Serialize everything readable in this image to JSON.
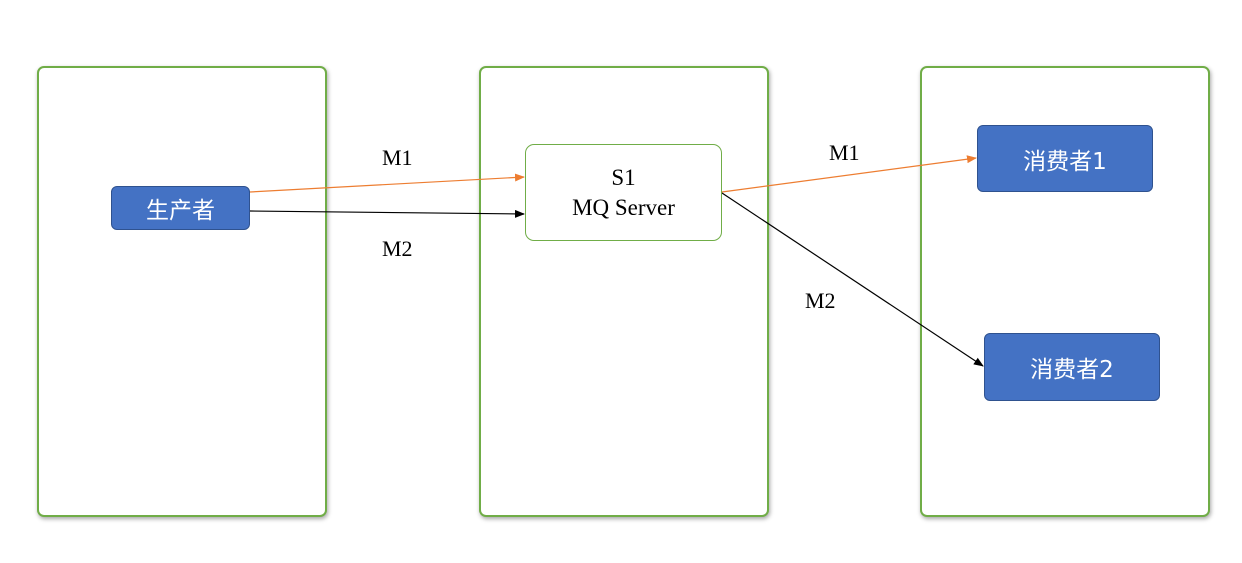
{
  "colors": {
    "panel_border": "#70ad47",
    "node_fill": "#4472c4",
    "arrow_m1": "#ed7d31",
    "arrow_m2": "#000000"
  },
  "nodes": {
    "producer": {
      "label": "生产者"
    },
    "server": {
      "line1": "S1",
      "line2": "MQ Server"
    },
    "consumer1": {
      "label": "消费者1"
    },
    "consumer2": {
      "label": "消费者2"
    }
  },
  "edges": [
    {
      "id": "producer-to-server-m1",
      "label": "M1",
      "from": "producer",
      "to": "server",
      "color": "#ed7d31"
    },
    {
      "id": "producer-to-server-m2",
      "label": "M2",
      "from": "producer",
      "to": "server",
      "color": "#000000"
    },
    {
      "id": "server-to-consumer1-m1",
      "label": "M1",
      "from": "server",
      "to": "consumer1",
      "color": "#ed7d31"
    },
    {
      "id": "server-to-consumer2-m2",
      "label": "M2",
      "from": "server",
      "to": "consumer2",
      "color": "#000000"
    }
  ]
}
